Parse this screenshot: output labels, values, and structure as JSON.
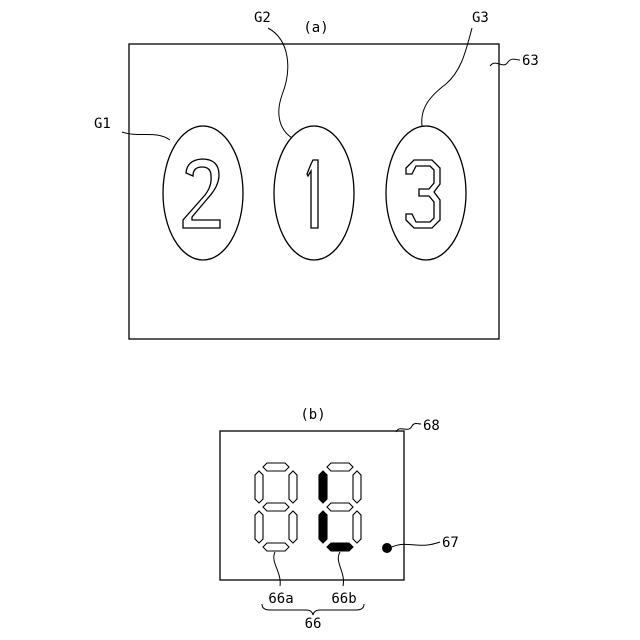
{
  "figure_a": {
    "caption": "(a)",
    "panel_label": "63",
    "reels": [
      {
        "label": "G1",
        "digit": "2"
      },
      {
        "label": "G2",
        "digit": "1"
      },
      {
        "label": "G3",
        "digit": "3"
      }
    ]
  },
  "figure_b": {
    "caption": "(b)",
    "panel_label": "68",
    "led_label": "67",
    "digit_a_label": "66a",
    "digit_b_label": "66b",
    "group_label": "66",
    "digit_b_lit_segments": [
      "f",
      "e",
      "d"
    ]
  }
}
